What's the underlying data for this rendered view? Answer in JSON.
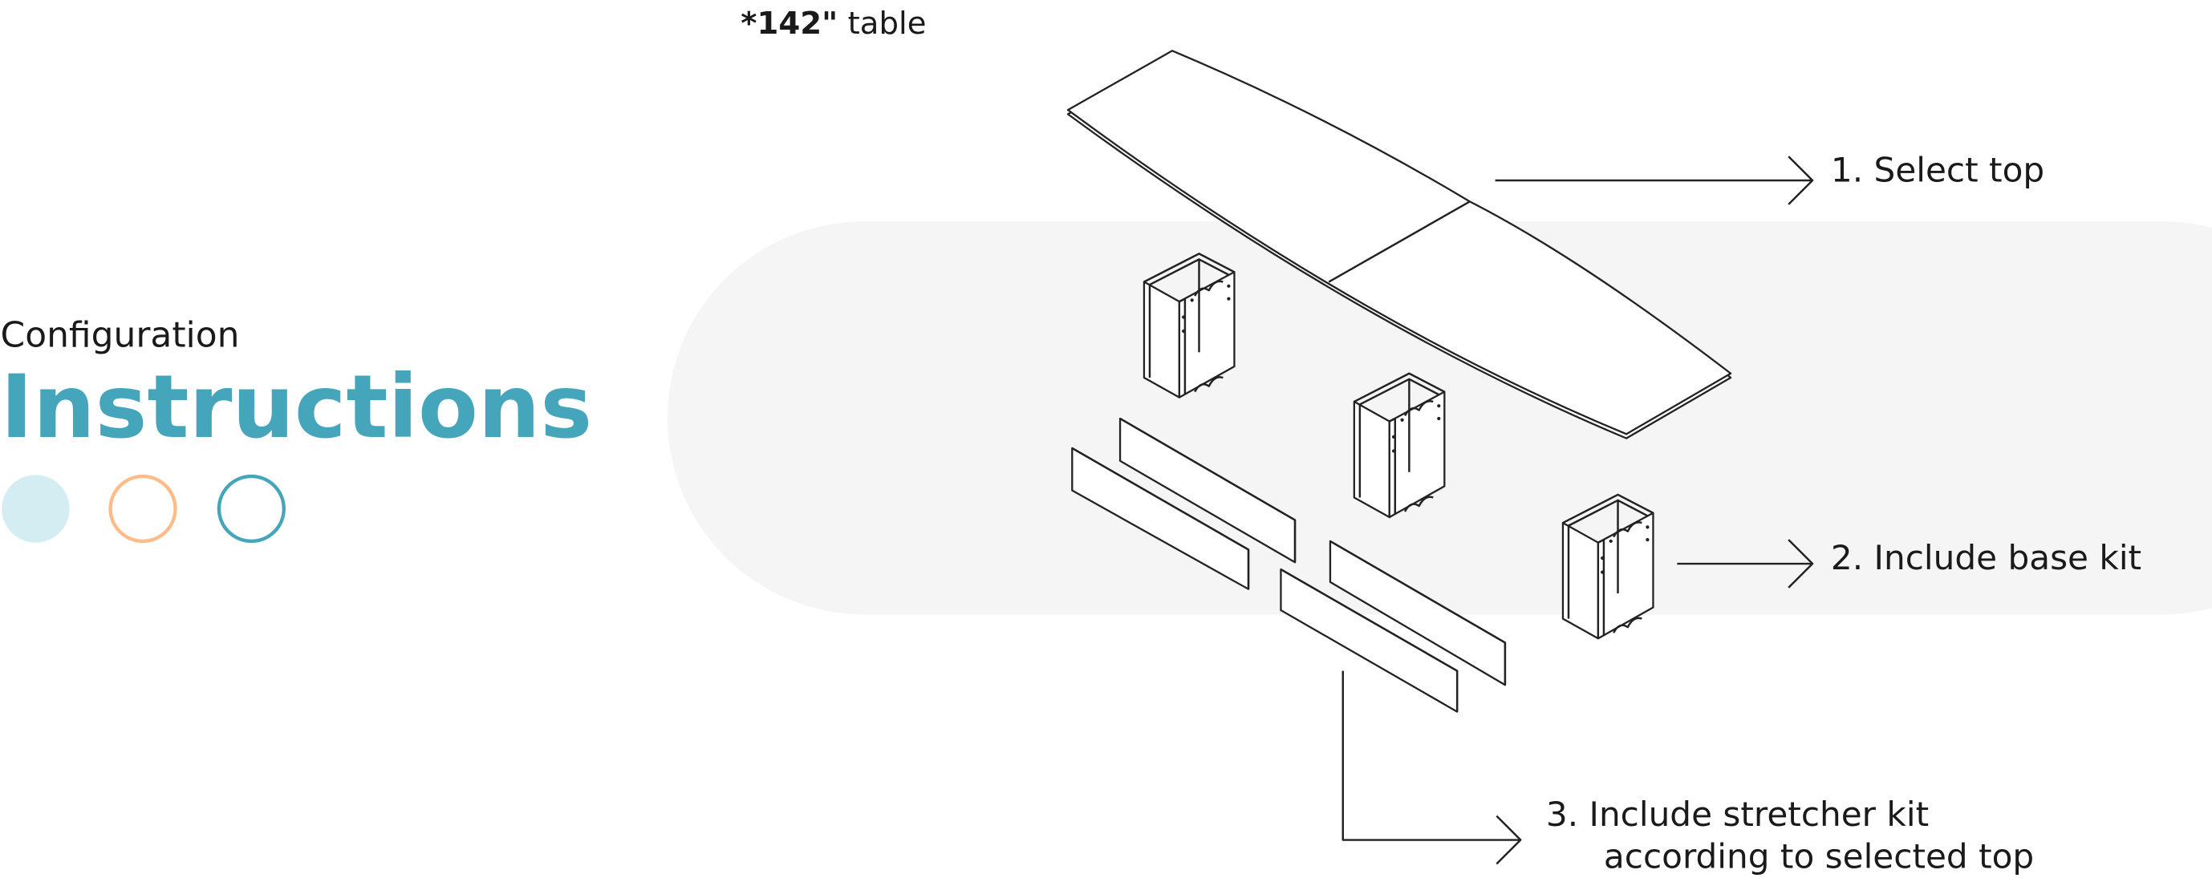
{
  "header": {
    "size_label": "*142\"",
    "size_suffix": " table"
  },
  "title": {
    "subtitle": "Configuration",
    "main": "Instructions"
  },
  "colors": {
    "accent": "#45a5bb",
    "accent_light": "#d3edf2",
    "orange": "#ffbb88",
    "pill_bg": "#f5f5f5"
  },
  "steps": [
    {
      "label": "1. Select top"
    },
    {
      "label": "2. Include base kit"
    },
    {
      "label": "3. Include stretcher kit",
      "label_line2": "according to selected top"
    }
  ]
}
